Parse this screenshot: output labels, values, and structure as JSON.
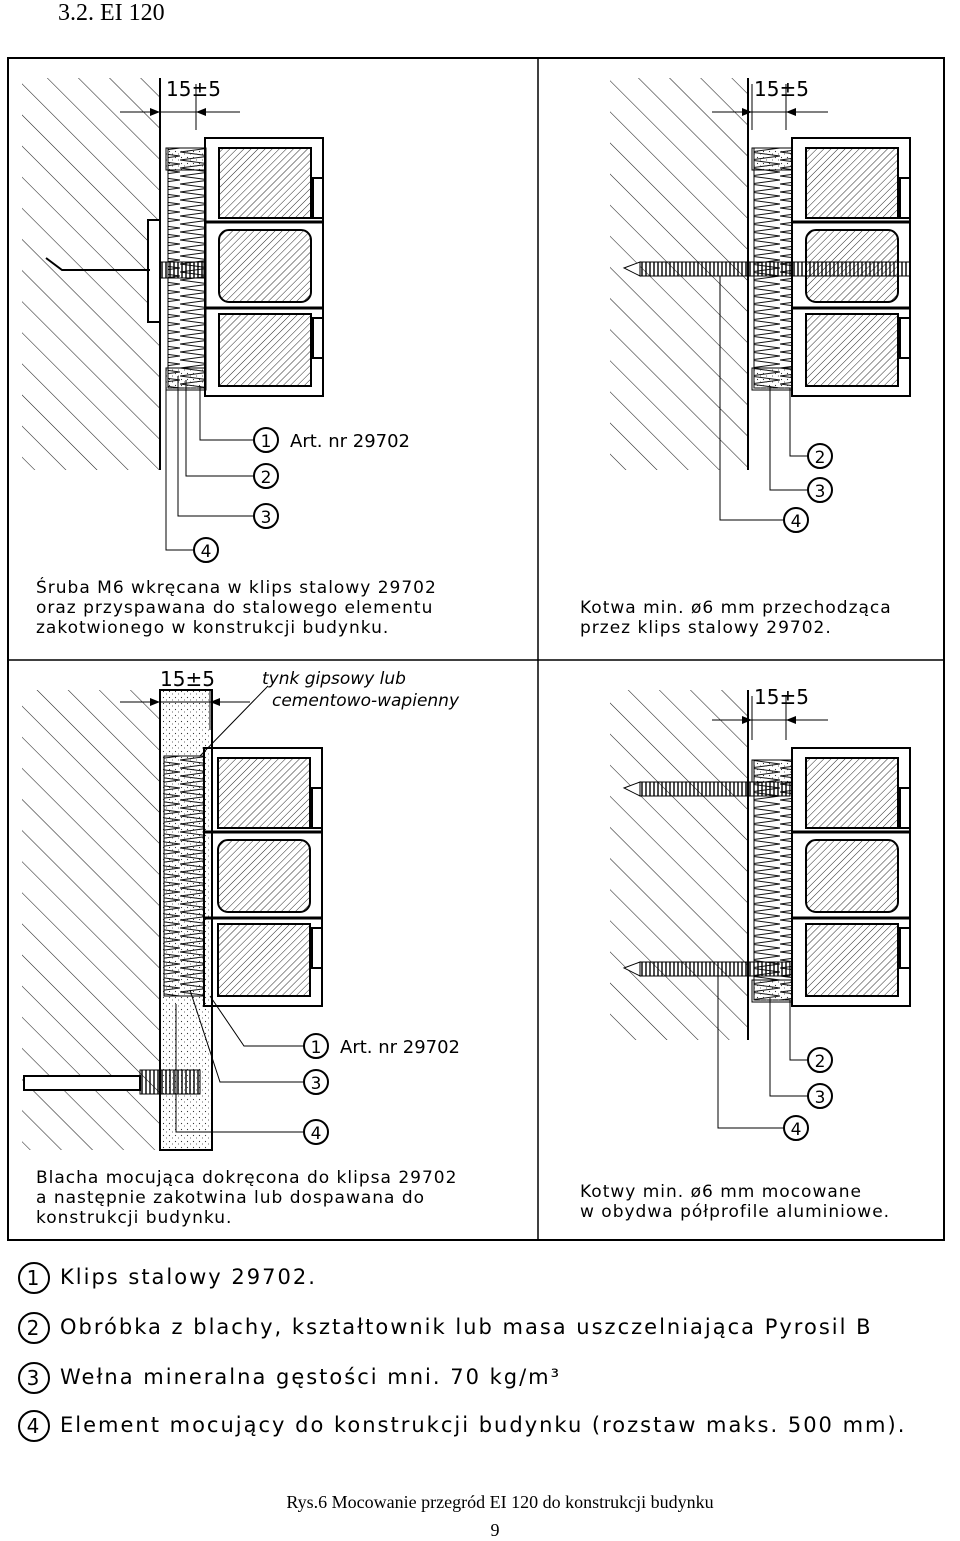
{
  "header": {
    "section_title": "3.2. EI 120"
  },
  "panels": [
    {
      "dimension": "15±5",
      "callouts": [
        {
          "num": "1",
          "label": "Art. nr 29702"
        },
        {
          "num": "2",
          "label": ""
        },
        {
          "num": "3",
          "label": ""
        },
        {
          "num": "4",
          "label": ""
        }
      ],
      "caption": [
        "Śruba M6 wkręcana w klips stalowy 29702",
        "oraz przyspawana do stalowego elementu",
        "zakotwionego w konstrukcji budynku."
      ]
    },
    {
      "dimension": "15±5",
      "callouts": [
        {
          "num": "2",
          "label": ""
        },
        {
          "num": "3",
          "label": ""
        },
        {
          "num": "4",
          "label": ""
        }
      ],
      "caption": [
        "Kotwa min. ø6 mm przechodząca",
        "przez klips stalowy 29702."
      ]
    },
    {
      "dimension": "15±5",
      "handwritten_note": [
        "tynk gipsowy lub",
        "cementowo-wapienny"
      ],
      "callouts": [
        {
          "num": "1",
          "label": "Art. nr 29702"
        },
        {
          "num": "3",
          "label": ""
        },
        {
          "num": "4",
          "label": ""
        }
      ],
      "caption": [
        "Blacha mocująca dokręcona do klipsa 29702",
        "a następnie zakotwina lub dospawana do",
        "konstrukcji budynku."
      ]
    },
    {
      "dimension": "15±5",
      "callouts": [
        {
          "num": "2",
          "label": ""
        },
        {
          "num": "3",
          "label": ""
        },
        {
          "num": "4",
          "label": ""
        }
      ],
      "caption": [
        "Kotwy min. ø6 mm mocowane",
        "w obydwa półprofile aluminiowe."
      ]
    }
  ],
  "legend": [
    {
      "num": "1",
      "text": "Klips stalowy 29702."
    },
    {
      "num": "2",
      "text": "Obróbka z blachy, kształtownik lub masa uszczelniająca Pyrosil B"
    },
    {
      "num": "3",
      "text": "Wełna mineralna gęstości mni. 70 kg/m³"
    },
    {
      "num": "4",
      "text": "Element mocujący do konstrukcji budynku (rozstaw maks. 500 mm)."
    }
  ],
  "footer": {
    "figure_caption": "Rys.6 Mocowanie przegród EI 120 do konstrukcji budynku",
    "page_number": "9"
  }
}
